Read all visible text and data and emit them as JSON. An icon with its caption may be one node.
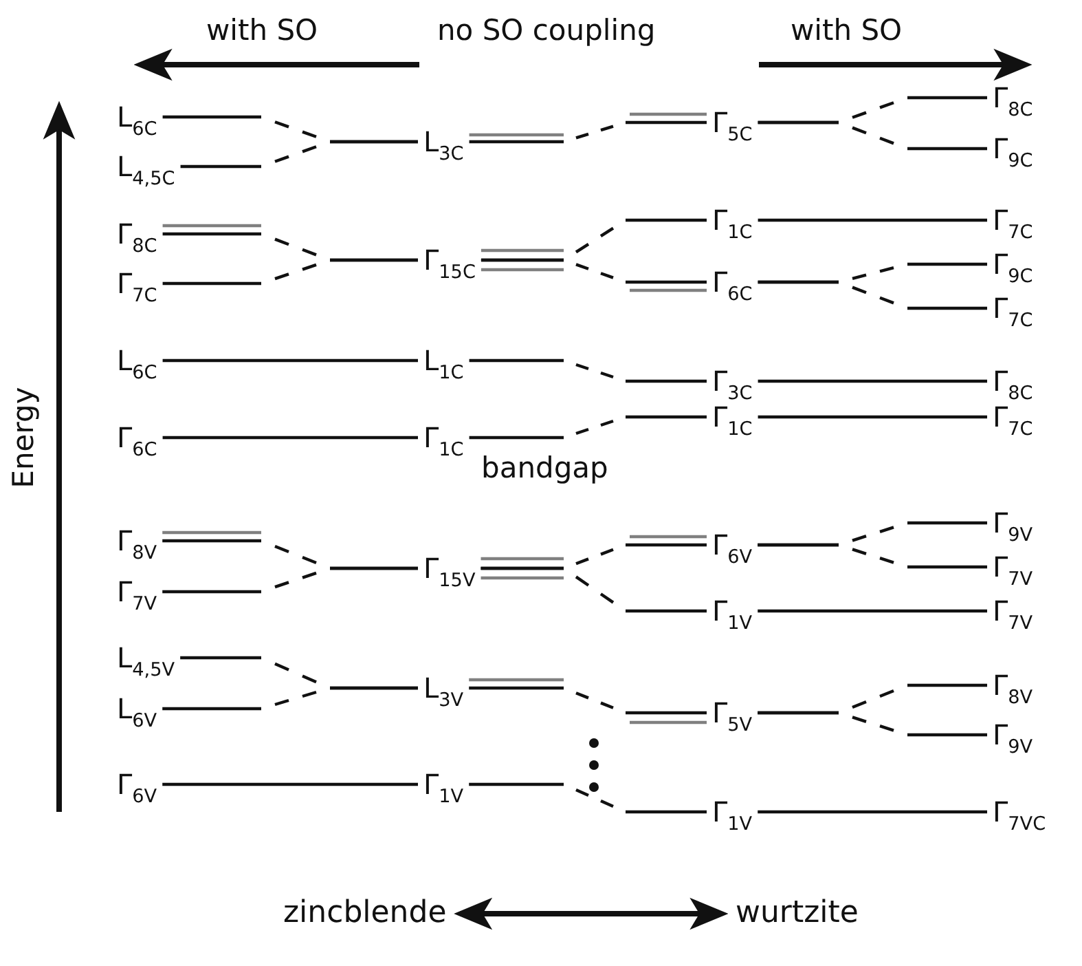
{
  "diagram": {
    "nodes": [
      {
        "text": [
          "L$_{6C}$"
        ]
      },
      {
        "text": [
          "L$_{4,5C}$"
        ]
      },
      {
        "text": [
          "L$_{3C}$"
        ]
      },
      {
        "text": [
          "Γ$_{5C}$"
        ]
      },
      {
        "text": [
          "Γ$_{8C}$"
        ]
      },
      {
        "text": [
          "Γ$_{9C}$"
        ]
      },
      {
        "text": [
          "Γ$_{8C}$"
        ]
      },
      {
        "text": [
          "Γ$_{7C}$"
        ]
      },
      {
        "text": [
          "Γ$_{15C}$"
        ]
      },
      {
        "text": [
          "Γ$_{1C}$"
        ]
      },
      {
        "text": [
          "Γ$_{7C}$"
        ]
      },
      {
        "text": [
          "Γ$_{6C}$"
        ]
      },
      {
        "text": [
          "Γ$_{9C}$"
        ]
      },
      {
        "text": [
          "Γ$_{7C}$"
        ]
      },
      {
        "text": [
          "L$_{6C}$"
        ]
      },
      {
        "text": [
          "L$_{1C}$"
        ]
      },
      {
        "text": [
          "Γ$_{3C}$"
        ]
      },
      {
        "text": [
          "Γ$_{8C}$"
        ]
      },
      {
        "text": [
          "Γ$_{6C}$"
        ]
      },
      {
        "text": [
          "Γ$_{1C}$"
        ]
      },
      {
        "text": [
          "Γ$_{1C}$"
        ]
      },
      {
        "text": [
          "Γ$_{7C}$"
        ]
      },
      {
        "text": [
          "Γ$_{8V}$"
        ]
      },
      {
        "text": [
          "Γ$_{7V}$"
        ]
      },
      {
        "text": [
          "Γ$_{15V}$"
        ]
      },
      {
        "text": [
          "Γ$_{6V}$"
        ]
      },
      {
        "text": [
          "Γ$_{9V}$"
        ]
      },
      {
        "text": [
          "Γ$_{7V}$"
        ]
      },
      {
        "text": [
          "Γ$_{1V}$"
        ]
      },
      {
        "text": [
          "Γ$_{7V}$"
        ]
      },
      {
        "text": [
          "L$_{4,5V}$"
        ]
      },
      {
        "text": [
          "L$_{6V}$"
        ]
      },
      {
        "text": [
          "L$_{3V}$"
        ]
      },
      {
        "text": [
          "Γ$_{5V}$"
        ]
      },
      {
        "text": [
          "Γ$_{8V}$"
        ]
      },
      {
        "text": [
          "Γ$_{9V}$"
        ]
      },
      {
        "text": [
          "Γ$_{6V}$"
        ]
      },
      {
        "text": [
          "Γ$_{1V}$"
        ]
      },
      {
        "text": [
          "Γ$_{1V}$"
        ]
      },
      {
        "text": [
          "Γ$_{7VC}$"
        ]
      },
      {
        "text": [
          "zincblende"
        ]
      },
      {
        "text": [
          "wurtzite"
        ]
      }
    ],
    "edges": [
      {
        "from": 0,
        "to": 2,
        "arrow": "none",
        "style": "dashed"
      },
      {
        "from": 1,
        "to": 2,
        "arrow": "none",
        "style": "dashed"
      },
      {
        "from": 2,
        "to": 3,
        "arrow": "none",
        "style": "dashed"
      },
      {
        "from": 3,
        "to": 4,
        "arrow": "none",
        "style": "dashed"
      },
      {
        "from": 3,
        "to": 5,
        "arrow": "none",
        "style": "dashed"
      },
      {
        "from": 6,
        "to": 8,
        "arrow": "none",
        "style": "dashed"
      },
      {
        "from": 7,
        "to": 8,
        "arrow": "none",
        "style": "dashed"
      },
      {
        "from": 8,
        "to": 9,
        "arrow": "none",
        "style": "dashed"
      },
      {
        "from": 8,
        "to": 11,
        "arrow": "none",
        "style": "dashed"
      },
      {
        "from": 9,
        "to": 10,
        "arrow": "none"
      },
      {
        "from": 11,
        "to": 12,
        "arrow": "none",
        "style": "dashed"
      },
      {
        "from": 11,
        "to": 13,
        "arrow": "none",
        "style": "dashed"
      },
      {
        "from": 14,
        "to": 15,
        "arrow": "none"
      },
      {
        "from": 15,
        "to": 16,
        "arrow": "none",
        "style": "dashed"
      },
      {
        "from": 16,
        "to": 17,
        "arrow": "none"
      },
      {
        "from": 18,
        "to": 19,
        "arrow": "none"
      },
      {
        "from": 19,
        "to": 20,
        "arrow": "none",
        "style": "dashed"
      },
      {
        "from": 20,
        "to": 21,
        "arrow": "none"
      },
      {
        "from": 22,
        "to": 24,
        "arrow": "none",
        "style": "dashed"
      },
      {
        "from": 23,
        "to": 24,
        "arrow": "none",
        "style": "dashed"
      },
      {
        "from": 24,
        "to": 25,
        "arrow": "none",
        "style": "dashed"
      },
      {
        "from": 24,
        "to": 28,
        "arrow": "none",
        "style": "dashed"
      },
      {
        "from": 25,
        "to": 26,
        "arrow": "none",
        "style": "dashed"
      },
      {
        "from": 25,
        "to": 27,
        "arrow": "none",
        "style": "dashed"
      },
      {
        "from": 28,
        "to": 29,
        "arrow": "none"
      },
      {
        "from": 30,
        "to": 32,
        "arrow": "none",
        "style": "dashed"
      },
      {
        "from": 31,
        "to": 32,
        "arrow": "none",
        "style": "dashed"
      },
      {
        "from": 32,
        "to": 33,
        "arrow": "none",
        "style": "dashed"
      },
      {
        "from": 33,
        "to": 34,
        "arrow": "none",
        "style": "dashed"
      },
      {
        "from": 33,
        "to": 35,
        "arrow": "none",
        "style": "dashed"
      },
      {
        "from": 36,
        "to": 37,
        "arrow": "none"
      },
      {
        "from": 37,
        "to": 38,
        "arrow": "none",
        "style": "dashed"
      },
      {
        "from": 38,
        "to": 39,
        "arrow": "none"
      },
      {
        "from": 40,
        "to": 41,
        "arrow": "both",
        "style": "thick"
      }
    ],
    "labels": [
      "with SO",
      "no SO coupling",
      "with SO",
      "Energy",
      "bandgap"
    ]
  }
}
